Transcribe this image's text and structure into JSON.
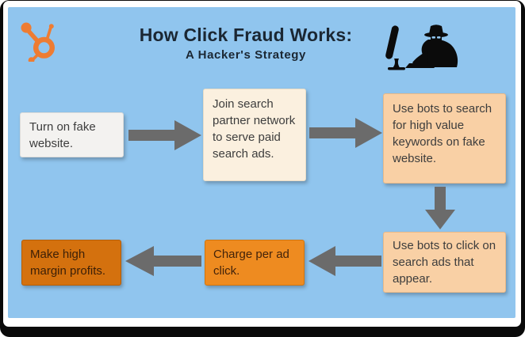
{
  "header": {
    "title": "How Click Fraud Works:",
    "subtitle": "A Hacker's Strategy",
    "logo_icon": "hubspot-sprocket-icon",
    "corner_icon": "hacker-at-computer-icon"
  },
  "colors": {
    "panel_background": "#90c5ee",
    "frame_border": "#0a0a0a",
    "card_background": "#ffffff",
    "title_text": "#1b2733",
    "step_text": "#3d3d3d",
    "arrow_gray": "#6b6b6b",
    "logo_orange": "#ee7c32",
    "box_white": "#f3f2f0",
    "box_cream": "#fbf0df",
    "box_peach": "#f9d0a5",
    "box_orange": "#ee8b20",
    "box_dark_orange": "#d4710e"
  },
  "flow": {
    "steps": [
      {
        "order": 1,
        "label": "Turn on fake website.",
        "box_color": "#f3f2f0"
      },
      {
        "order": 2,
        "label": "Join search partner network to serve paid search ads.",
        "box_color": "#fbf0df"
      },
      {
        "order": 3,
        "label": "Use bots to search for high value keywords on fake website.",
        "box_color": "#f9d0a5"
      },
      {
        "order": 4,
        "label": "Use bots to click on search ads that appear.",
        "box_color": "#f9d0a5"
      },
      {
        "order": 5,
        "label": "Charge per ad click.",
        "box_color": "#ee8b20"
      },
      {
        "order": 6,
        "label": "Make high margin profits.",
        "box_color": "#d4710e"
      }
    ],
    "arrows": [
      {
        "from": 1,
        "to": 2,
        "direction": "right"
      },
      {
        "from": 2,
        "to": 3,
        "direction": "right"
      },
      {
        "from": 3,
        "to": 4,
        "direction": "down"
      },
      {
        "from": 4,
        "to": 5,
        "direction": "left"
      },
      {
        "from": 5,
        "to": 6,
        "direction": "left"
      }
    ]
  }
}
